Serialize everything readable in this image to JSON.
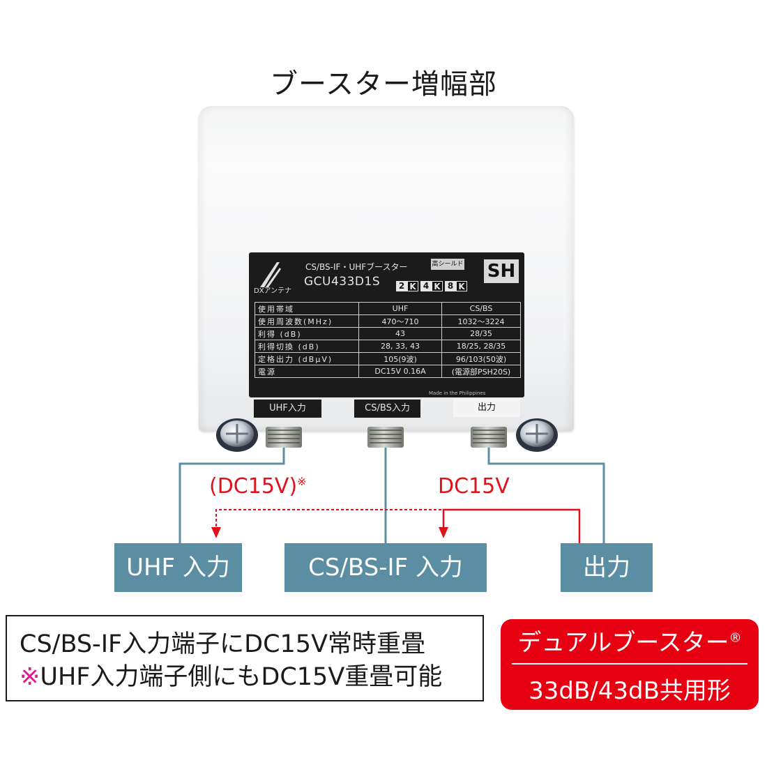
{
  "title": "ブースター増幅部",
  "device": {
    "brand": "DXアンテナ",
    "product_title": "CS/BS-IF・UHFブースター",
    "shield_label": "高シールド",
    "model": "GCU433D1S",
    "sh_mark": "SH",
    "resolution_badges": [
      "2",
      "K",
      "4",
      "K",
      "8",
      "K"
    ],
    "spec_table": [
      [
        "使用帯域",
        "UHF",
        "CS/BS"
      ],
      [
        "使用周波数(MHz)",
        "470〜710",
        "1032〜3224"
      ],
      [
        "利得 (dB)",
        "43",
        "28/35"
      ],
      [
        "利得切換 (dB)",
        "28, 33, 43",
        "18/25, 28/35"
      ],
      [
        "定格出力 (dBμV)",
        "105(9波)",
        "96/103(50波)"
      ],
      [
        "電源",
        "DC15V 0.16A",
        "(電源部PSH20S)"
      ]
    ],
    "origin": "Made in the Philippines",
    "ports": {
      "uhf": "UHF入力",
      "csbs": "CS/BS入力",
      "out": "出力"
    }
  },
  "diagram": {
    "dc_uhf": "(DC15V)",
    "dc_uhf_mark": "※",
    "dc_out": "DC15V",
    "box_uhf": "UHF 入力",
    "box_csbs": "CS/BS-IF 入力",
    "box_out": "出力"
  },
  "note": {
    "line1": "CS/BS-IF入力端子にDC15V常時重畳",
    "line2_mark": "※",
    "line2": "UHF入力端子側にもDC15V重畳可能"
  },
  "badge": {
    "line1": "デュアルブースター",
    "line1_mark": "®",
    "line2": "33dB/43dB共用形"
  },
  "colors": {
    "teal": "#5b8ea2",
    "red": "#e0111a",
    "badge_red": "#e60012",
    "note_mark": "#e31a8c"
  }
}
